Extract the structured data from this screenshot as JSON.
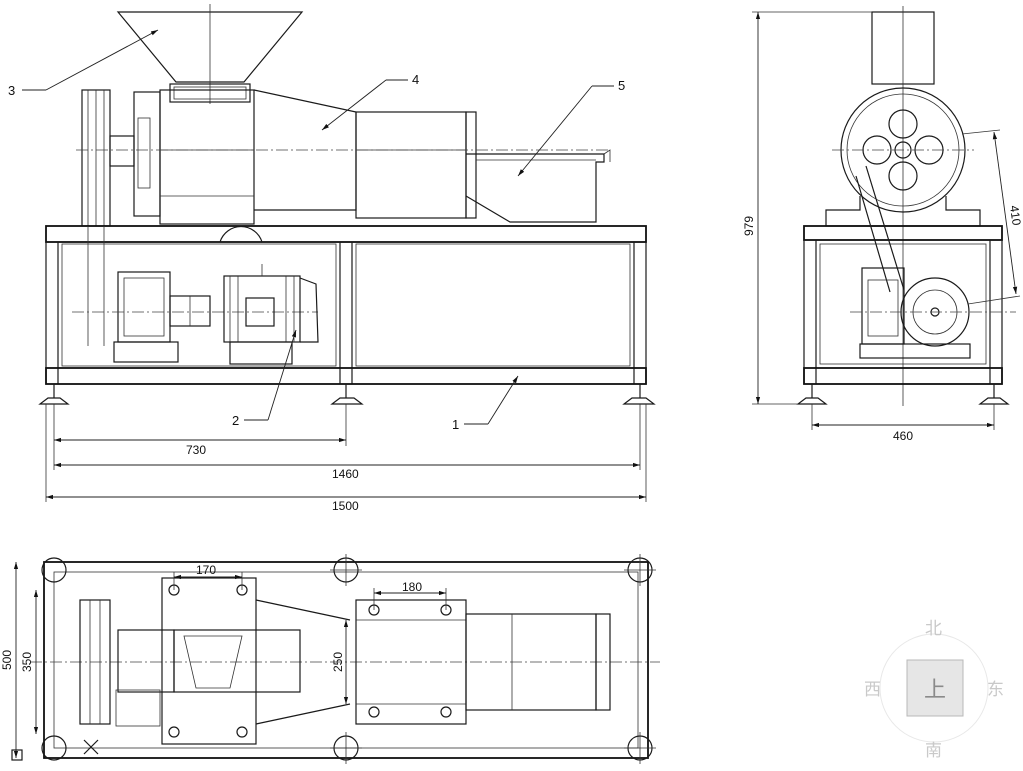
{
  "callouts": {
    "c1": "1",
    "c2": "2",
    "c3": "3",
    "c4": "4",
    "c5": "5"
  },
  "front_dims": {
    "d730": "730",
    "d1460": "1460",
    "d1500": "1500"
  },
  "side_dims": {
    "d979": "979",
    "d460": "460",
    "d410": "410"
  },
  "plan_dims": {
    "d170": "170",
    "d180": "180",
    "d500": "500",
    "d350": "350",
    "d250": "250"
  },
  "compass": {
    "north": "北",
    "south": "南",
    "east": "东",
    "west": "西",
    "center": "上"
  }
}
